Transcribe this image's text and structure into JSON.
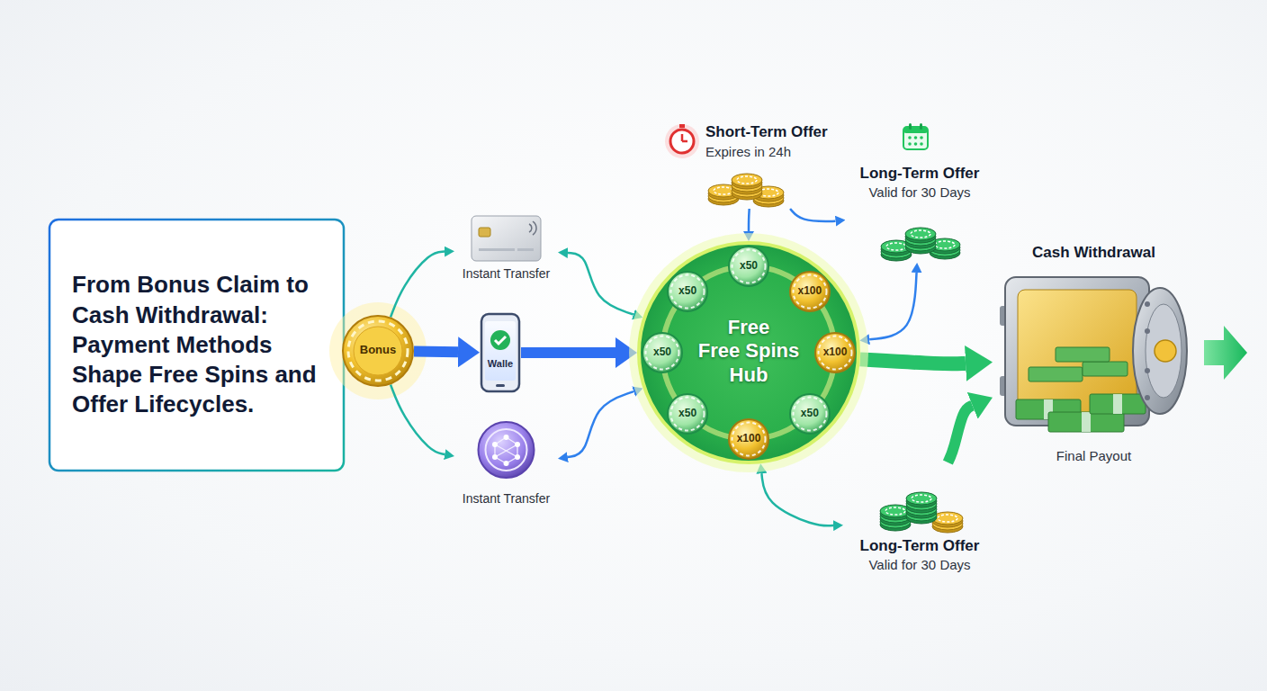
{
  "diagram": {
    "title": "From Bonus Claim to Cash Withdrawal: Payment Methods Shape Free Spins and Offer Lifecycles.",
    "nodes": [
      {
        "text": [
          "Bonus"
        ]
      },
      {
        "text": [
          "Instant Transfer"
        ]
      },
      {
        "text": [
          "Walle"
        ]
      },
      {
        "text": [
          "Instant Transfer"
        ]
      },
      {
        "text": [
          "Short-Term Offer",
          "Expires in 24h"
        ]
      },
      {
        "text": [
          "Long-Term Offer",
          "Valid for 30 Days"
        ]
      },
      {
        "text": [
          "Free",
          "Free Spins Hub"
        ]
      },
      {
        "text": [
          "x50"
        ],
        "in": 6
      },
      {
        "text": [
          "x50"
        ],
        "in": 6
      },
      {
        "text": [
          "x100"
        ],
        "in": 6
      },
      {
        "text": [
          "x50"
        ],
        "in": 6
      },
      {
        "text": [
          "x100"
        ],
        "in": 6
      },
      {
        "text": [
          "x50"
        ],
        "in": 6
      },
      {
        "text": [
          "x50"
        ],
        "in": 6
      },
      {
        "text": [
          "x100"
        ],
        "in": 6
      },
      {
        "text": [
          "Long-Term Offer",
          "Valid for 30 Days"
        ]
      },
      {
        "text": [
          "Cash Withdrawal",
          "Final Payout"
        ]
      }
    ],
    "edges": [
      {
        "from": 0,
        "to": 1,
        "arrow": "to"
      },
      {
        "from": 0,
        "to": 2,
        "arrow": "to"
      },
      {
        "from": 0,
        "to": 3,
        "arrow": "to"
      },
      {
        "from": 1,
        "to": 6,
        "arrow": "both"
      },
      {
        "from": 2,
        "to": 6,
        "arrow": "to"
      },
      {
        "from": 3,
        "to": 6,
        "arrow": "both"
      },
      {
        "from": 4,
        "to": 6,
        "arrow": "to"
      },
      {
        "from": 4,
        "to": 5,
        "arrow": "to"
      },
      {
        "from": 6,
        "to": 5,
        "arrow": "both"
      },
      {
        "from": 6,
        "to": 15,
        "arrow": "both"
      },
      {
        "from": 6,
        "to": 16,
        "arrow": "to"
      },
      {
        "from": 15,
        "to": 16,
        "arrow": "to"
      }
    ]
  }
}
